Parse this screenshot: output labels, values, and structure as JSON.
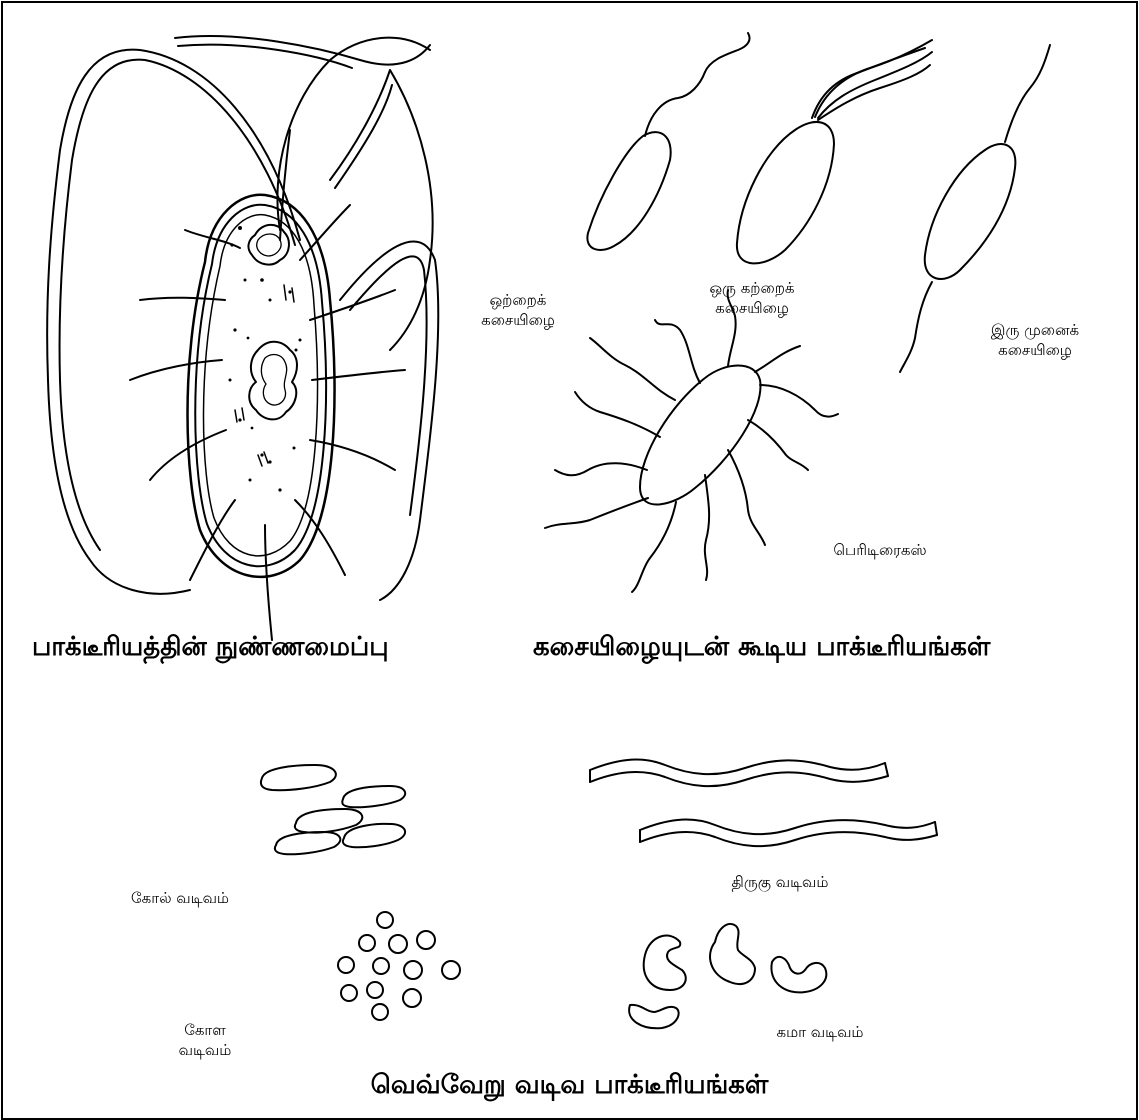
{
  "titles": {
    "structure": "பாக்டீரியத்தின் நுண்ணமைப்பு",
    "flagellated": "கசையிழையுடன் கூடிய பாக்டீரியங்கள்",
    "shapes": "வெவ்வேறு வடிவ பாக்டீரியங்கள்"
  },
  "labels": {
    "monotrichous": [
      "ஒற்றைக்",
      "கசையிழை"
    ],
    "lophotrichous": [
      "ஒரு கற்றைக்",
      "கசையிழை"
    ],
    "amphitrichous": [
      "இரு முனைக்",
      "கசையிழை"
    ],
    "peritrichous": "பெரிடிரைகஸ்",
    "spiral": "திருகு வடிவம்",
    "rod": "கோல் வடிவம்",
    "coccus": [
      "கோள",
      "வடிவம்"
    ],
    "comma": "கமா வடிவம்"
  }
}
